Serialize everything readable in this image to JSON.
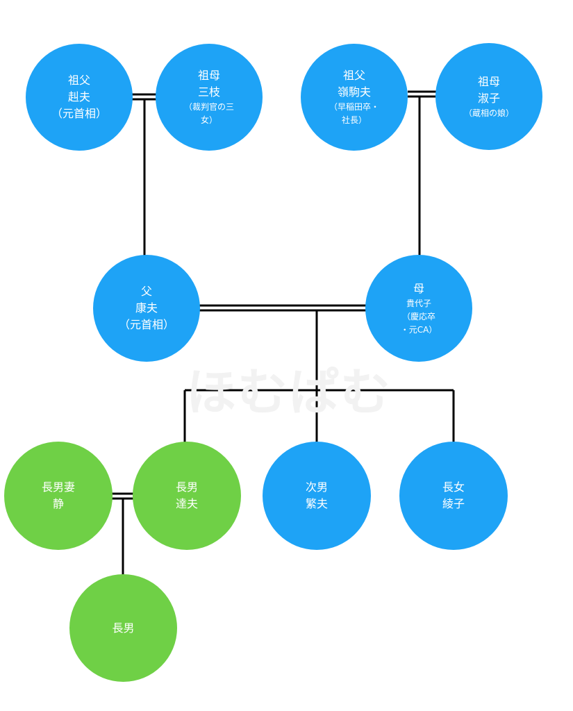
{
  "watermark": "ほむぱむ",
  "colors": {
    "primary_family": "#1ea3f6",
    "son_family": "#6fd046",
    "line": "#000000"
  },
  "nodes": {
    "pgf": {
      "name": "祖父\n赳夫",
      "note": "（元首相）"
    },
    "pgm": {
      "name": "祖母\n三枝",
      "note": "（裁判官の三\n女）"
    },
    "mgf": {
      "name": "祖父\n嶺駒夫",
      "note": "（早稲田卒・\n社長）"
    },
    "mgm": {
      "name": "祖母\n淑子",
      "note": "（蔵相の娘）"
    },
    "father": {
      "name": "父\n康夫",
      "note": "（元首相）"
    },
    "mother": {
      "name": "母",
      "note": "貴代子\n（慶応卒\n・元CA）"
    },
    "son_wife": {
      "name": "長男妻\n静",
      "note": ""
    },
    "son": {
      "name": "長男\n達夫",
      "note": ""
    },
    "second_son": {
      "name": "次男\n繁夫",
      "note": ""
    },
    "daughter": {
      "name": "長女\n綾子",
      "note": ""
    },
    "grandson": {
      "name": "長男",
      "note": ""
    }
  }
}
